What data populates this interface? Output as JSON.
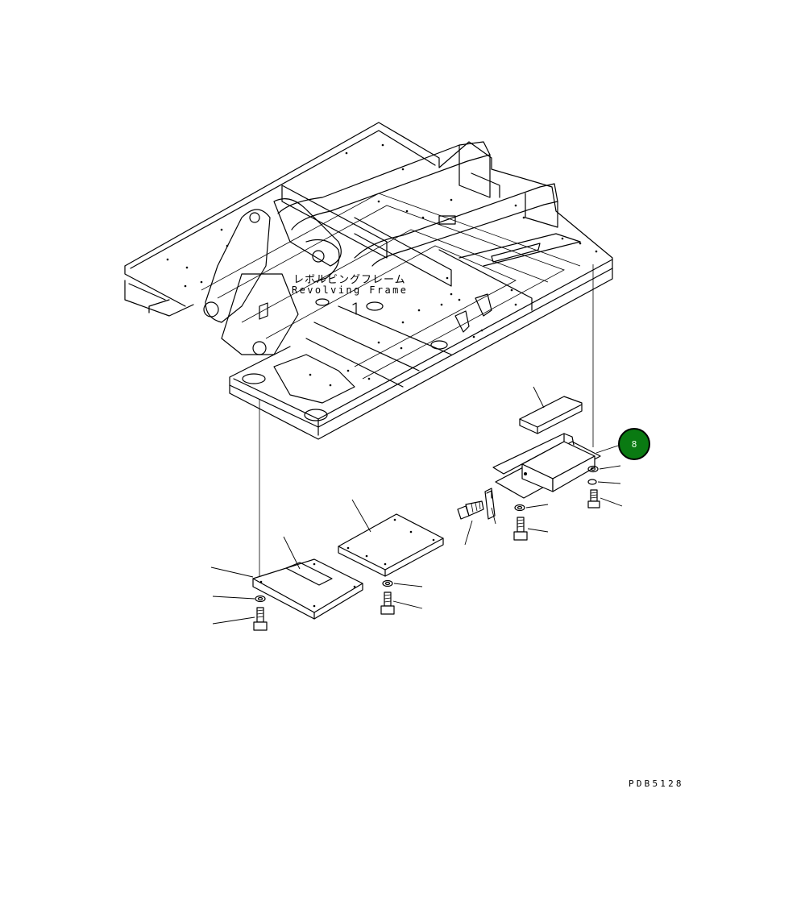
{
  "frame_label": {
    "japanese": "レボルビングフレーム",
    "english": "Revolving Frame"
  },
  "callout": {
    "number": "8",
    "color": "#0a7a12"
  },
  "drawing_code": "PDB5128"
}
